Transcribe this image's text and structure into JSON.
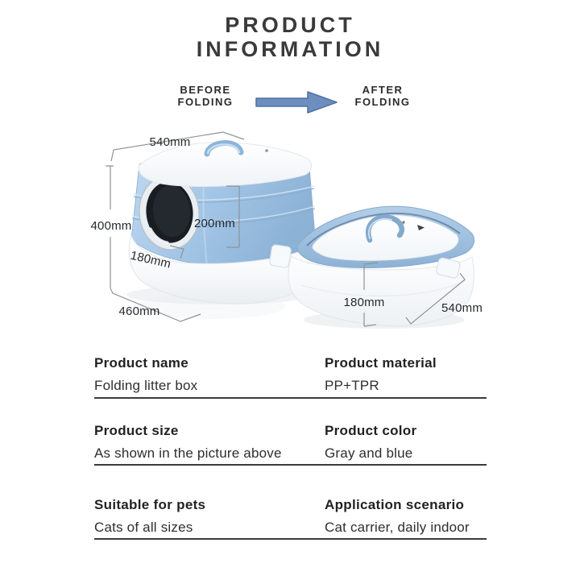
{
  "header": {
    "title_line1": "PRODUCT",
    "title_line2": "INFORMATION"
  },
  "comparison": {
    "before": {
      "line1": "BEFORE",
      "line2": "FOLDING"
    },
    "after": {
      "line1": "AFTER",
      "line2": "FOLDING"
    },
    "arrow_color": "#6d8ebe"
  },
  "diagram": {
    "before_dims": {
      "top_width": "540mm",
      "height": "400mm",
      "opening_height": "200mm",
      "base_height": "180mm",
      "bottom_depth": "460mm"
    },
    "after_dims": {
      "height": "180mm",
      "width": "540mm"
    },
    "colors": {
      "body_blue": "#a5c6e5",
      "rim_blue": "#9cc0dd",
      "handle_blue": "#8db4d8",
      "opening_dark": "#191c21",
      "shell_white": "#ffffff"
    }
  },
  "specs": {
    "rows": [
      {
        "left": {
          "label": "Product name",
          "value": "Folding litter box"
        },
        "right": {
          "label": "Product material",
          "value": "PP+TPR"
        }
      },
      {
        "left": {
          "label": "Product size",
          "value": "As shown in the picture above"
        },
        "right": {
          "label": "Product color",
          "value": "Gray and blue"
        }
      },
      {
        "left": {
          "label": "Suitable for pets",
          "value": "Cats of all sizes"
        },
        "right": {
          "label": "Application scenario",
          "value": "Cat carrier, daily indoor"
        }
      }
    ]
  }
}
